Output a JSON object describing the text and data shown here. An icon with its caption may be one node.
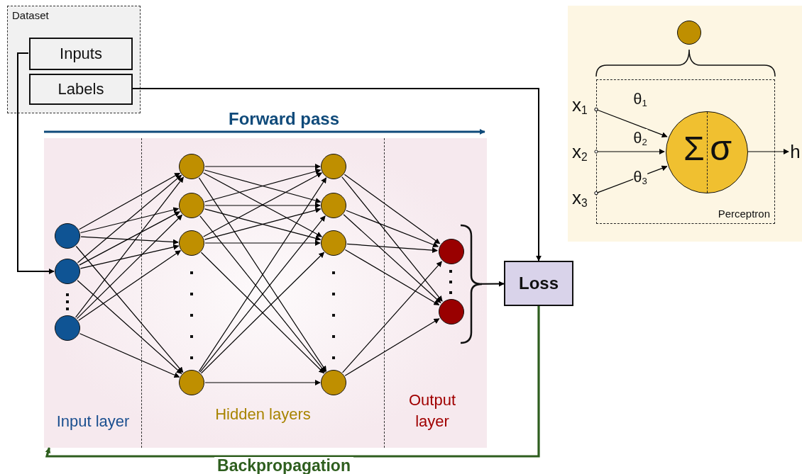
{
  "diagram": {
    "nodes": [
      {
        "text": [
          "Dataset"
        ]
      },
      {
        "text": [
          "Inputs"
        ],
        "in": 0
      },
      {
        "text": [
          "Labels"
        ],
        "in": 0
      },
      {
        "text": [
          "Input layer"
        ]
      },
      {
        "text": [],
        "shape": "circle",
        "in": 3
      },
      {
        "text": [],
        "shape": "circle",
        "in": 3
      },
      {
        "text": [],
        "shape": "circle",
        "in": 3
      },
      {
        "text": [
          "Hidden layers"
        ]
      },
      {
        "text": [],
        "shape": "circle",
        "in": 7
      },
      {
        "text": [],
        "shape": "circle",
        "in": 7
      },
      {
        "text": [],
        "shape": "circle",
        "in": 7
      },
      {
        "text": [],
        "shape": "circle",
        "in": 7
      },
      {
        "text": [],
        "shape": "circle",
        "in": 7
      },
      {
        "text": [],
        "shape": "circle",
        "in": 7
      },
      {
        "text": [],
        "shape": "circle",
        "in": 7
      },
      {
        "text": [],
        "shape": "circle",
        "in": 7
      },
      {
        "text": [
          "Output layer"
        ]
      },
      {
        "text": [],
        "shape": "circle",
        "in": 16
      },
      {
        "text": [],
        "shape": "circle",
        "in": 16
      },
      {
        "text": [
          "Loss"
        ]
      },
      {
        "text": [],
        "shape": "circle"
      },
      {
        "text": [
          "Perceptron"
        ]
      },
      {
        "text": [
          "x$_{1}$"
        ]
      },
      {
        "text": [
          "x$_{2}$"
        ]
      },
      {
        "text": [
          "x$_{3}$"
        ]
      },
      {
        "text": [
          "Σ",
          "σ"
        ],
        "in": 21
      },
      {
        "text": [
          "h"
        ]
      },
      {
        "text": [],
        "shape": "bracket",
        "in": 16
      }
    ],
    "edges": [
      {
        "from": 1,
        "to": 5,
        "arrow": "to"
      },
      {
        "from": 2,
        "to": 19,
        "arrow": "to"
      },
      {
        "from": 4,
        "to": 8,
        "arrow": "to"
      },
      {
        "from": 4,
        "to": 9,
        "arrow": "to"
      },
      {
        "from": 4,
        "to": 10,
        "arrow": "to"
      },
      {
        "from": 4,
        "to": 11,
        "arrow": "to"
      },
      {
        "from": 5,
        "to": 8,
        "arrow": "to"
      },
      {
        "from": 5,
        "to": 9,
        "arrow": "to"
      },
      {
        "from": 5,
        "to": 10,
        "arrow": "to"
      },
      {
        "from": 5,
        "to": 11,
        "arrow": "to"
      },
      {
        "from": 6,
        "to": 8,
        "arrow": "to"
      },
      {
        "from": 6,
        "to": 9,
        "arrow": "to"
      },
      {
        "from": 6,
        "to": 10,
        "arrow": "to"
      },
      {
        "from": 6,
        "to": 11,
        "arrow": "to"
      },
      {
        "from": 8,
        "to": 12,
        "arrow": "to"
      },
      {
        "from": 8,
        "to": 13,
        "arrow": "to"
      },
      {
        "from": 8,
        "to": 14,
        "arrow": "to"
      },
      {
        "from": 8,
        "to": 15,
        "arrow": "to"
      },
      {
        "from": 9,
        "to": 12,
        "arrow": "to"
      },
      {
        "from": 9,
        "to": 13,
        "arrow": "to"
      },
      {
        "from": 9,
        "to": 14,
        "arrow": "to"
      },
      {
        "from": 9,
        "to": 15,
        "arrow": "to"
      },
      {
        "from": 10,
        "to": 12,
        "arrow": "to"
      },
      {
        "from": 10,
        "to": 13,
        "arrow": "to"
      },
      {
        "from": 10,
        "to": 14,
        "arrow": "to"
      },
      {
        "from": 10,
        "to": 15,
        "arrow": "to"
      },
      {
        "from": 11,
        "to": 12,
        "arrow": "to"
      },
      {
        "from": 11,
        "to": 13,
        "arrow": "to"
      },
      {
        "from": 11,
        "to": 14,
        "arrow": "to"
      },
      {
        "from": 11,
        "to": 15,
        "arrow": "to"
      },
      {
        "from": 12,
        "to": 17,
        "arrow": "to"
      },
      {
        "from": 12,
        "to": 18,
        "arrow": "to"
      },
      {
        "from": 13,
        "to": 17,
        "arrow": "to"
      },
      {
        "from": 13,
        "to": 18,
        "arrow": "to"
      },
      {
        "from": 14,
        "to": 17,
        "arrow": "to"
      },
      {
        "from": 14,
        "to": 18,
        "arrow": "to"
      },
      {
        "from": 15,
        "to": 17,
        "arrow": "to"
      },
      {
        "from": 15,
        "to": 18,
        "arrow": "to"
      },
      {
        "from": 27,
        "to": 19,
        "arrow": "to"
      },
      {
        "from": 19,
        "to": 3,
        "arrow": "to",
        "label": "Backpropagation",
        "style": "thick",
        "color": "#2e5e1e"
      },
      {
        "from": 22,
        "to": 25,
        "arrow": "to",
        "label": "θ$_{1}$"
      },
      {
        "from": 23,
        "to": 25,
        "arrow": "to",
        "label": "θ$_{2}$"
      },
      {
        "from": 24,
        "to": 25,
        "arrow": "to",
        "label": "θ$_{3}$"
      },
      {
        "from": 25,
        "to": 26,
        "arrow": "to"
      }
    ],
    "labels": [
      "Forward pass"
    ]
  }
}
